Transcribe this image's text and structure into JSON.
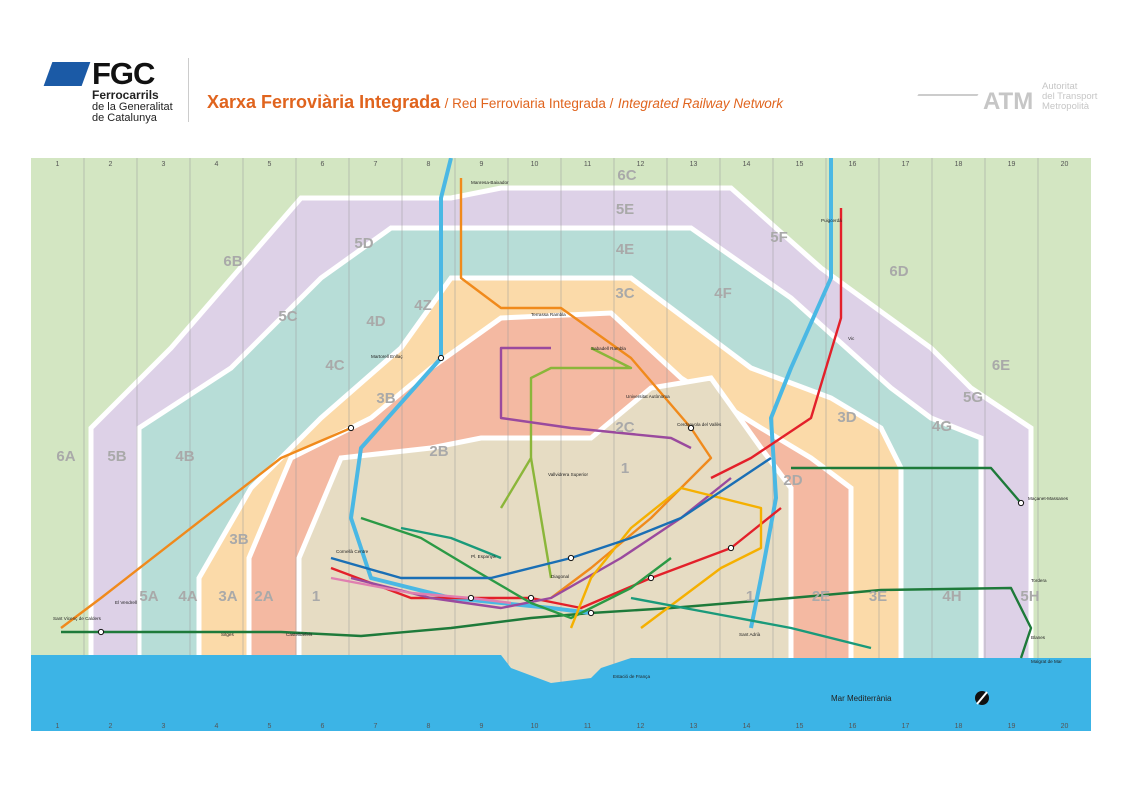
{
  "header": {
    "logo": {
      "brand": "FGC",
      "line1": "Ferrocarrils",
      "line2": "de la Generalitat",
      "line3": "de Catalunya"
    },
    "title_ca": "Xarxa Ferroviària Integrada",
    "title_es": "/ Red Ferroviaria Integrada /",
    "title_en": "Integrated Railway Network",
    "atm": {
      "brand": "ATM",
      "line1": "Autoritat",
      "line2": "del Transport",
      "line3": "Metropolità"
    }
  },
  "grid_columns": [
    "1",
    "2",
    "3",
    "4",
    "5",
    "6",
    "7",
    "8",
    "9",
    "10",
    "11",
    "12",
    "13",
    "14",
    "15",
    "16",
    "17",
    "18",
    "19",
    "20"
  ],
  "zones": [
    "6C",
    "6B",
    "6D",
    "5D",
    "5E",
    "5F",
    "5C",
    "4E",
    "4Z",
    "4D",
    "4F",
    "3C",
    "4C",
    "6E",
    "3B",
    "2B",
    "2C",
    "3D",
    "5G",
    "4G",
    "6A",
    "5B",
    "4B",
    "1",
    "2D",
    "3B",
    "5A",
    "4A",
    "3A",
    "2A",
    "1",
    "1",
    "2E",
    "3E",
    "4H",
    "5H"
  ],
  "zone_colors": {
    "zone1": "#e6dcc3",
    "zone2": "#f4b9a2",
    "zone3": "#fbdaa9",
    "zone4": "#b7ddd7",
    "zone5": "#ddd1e7",
    "zone6": "#d3e6c2",
    "sea": "#3cb4e6"
  },
  "lines": {
    "L1": "#e3202a",
    "L2": "#9a4a9e",
    "L3": "#2b9a45",
    "L4": "#f5b000",
    "L5": "#1a6fb5",
    "FGC_S": "#8bb63a",
    "FGC_R": "#f08a1c",
    "R2": "#1e7a3a",
    "FGC_L8": "#e07fb0",
    "Tram": "#1a9a7a",
    "R3": "#4ab8e4"
  },
  "stations": {
    "manresa": "Manresa-Baixador",
    "martorell": "Martorell Enllaç",
    "terrassa": "Terrassa Rambla",
    "sabadell": "Sabadell Rambla",
    "uab": "Universitat Autònoma",
    "vallvidrera": "Vallvidrera Superior",
    "espanya": "Pl. Espanya",
    "cornella": "Cornellà Centre",
    "sant_vicenc": "Sant Vicenç de Calders",
    "macanet": "Maçanet-Massanes",
    "estacio_franca": "Estació de França",
    "diagonal": "Diagonal",
    "cerdanyola": "Cerdanyola del Vallès",
    "sant_adria": "Sant Adrià",
    "blanes": "Blanes",
    "malgrat": "Malgrat de Mar",
    "tordera": "Tordera",
    "puigcerda": "Puigcerdà",
    "vic": "Vic",
    "el_vendrell": "El Vendrell",
    "sitges": "Sitges",
    "castelldefels": "Castelldefels"
  },
  "sea_label": "Mar Mediterrània"
}
